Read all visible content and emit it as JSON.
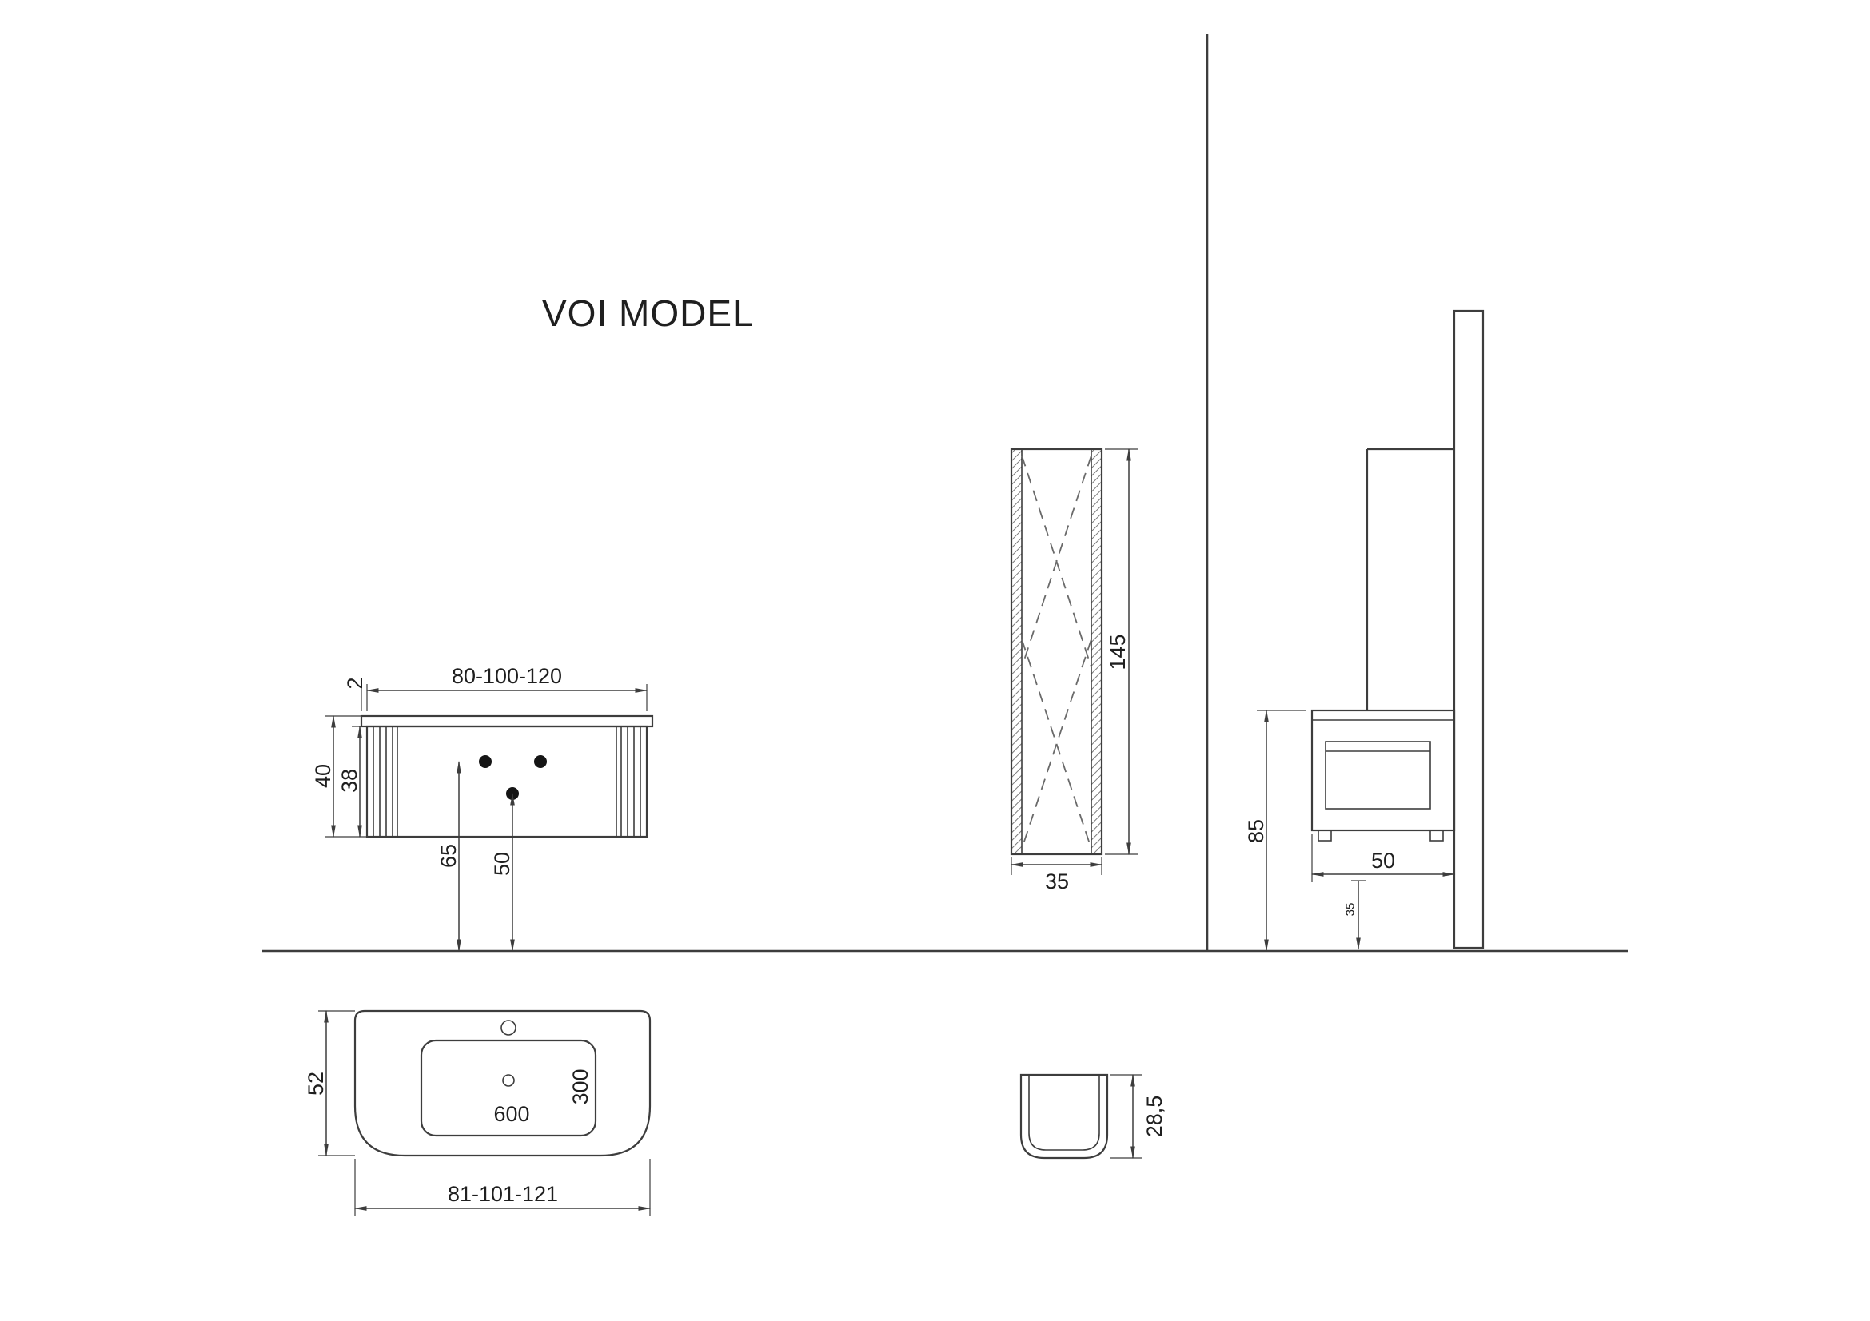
{
  "title": "VOI MODEL",
  "colors": {
    "line": "#3d3d3d",
    "text": "#1f1f1f",
    "background": "#ffffff"
  },
  "views": {
    "front": {
      "width": "80-100-120",
      "overhang": "2",
      "height_total": "40",
      "height_body": "38",
      "supply_height": "65",
      "drain_height": "50"
    },
    "column": {
      "height": "145",
      "depth": "35"
    },
    "side": {
      "mount_height": "85",
      "depth": "50",
      "clearance": "35"
    },
    "basin_top": {
      "depth": "52",
      "bowl_width": "600",
      "bowl_depth": "300",
      "width": "81-101-121"
    },
    "basin_side": {
      "height": "28,5"
    }
  }
}
